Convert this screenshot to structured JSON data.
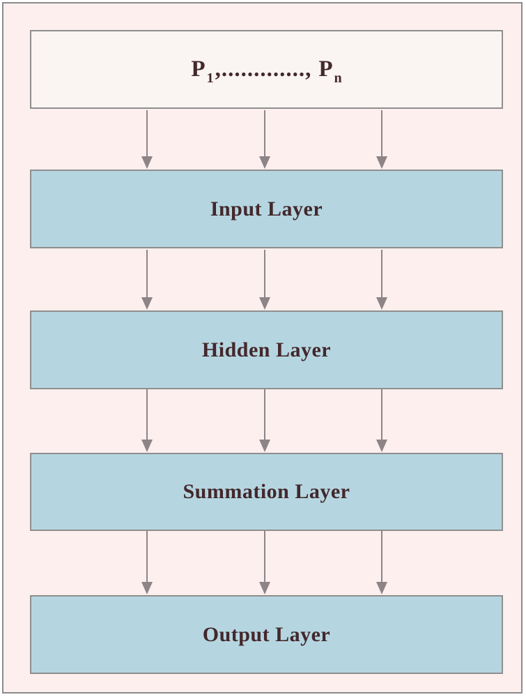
{
  "diagram": {
    "parameters_box": {
      "p_first": "P",
      "p_first_sub": "1",
      "dots": ",.............,",
      "p_last": "P",
      "p_last_sub": "n"
    },
    "layers": [
      {
        "label": "Input Layer"
      },
      {
        "label": "Hidden Layer"
      },
      {
        "label": "Summation Layer"
      },
      {
        "label": "Output Layer"
      }
    ],
    "colors": {
      "page_background": "#fcefee",
      "parameters_box_fill": "#faf4f2",
      "layer_box_fill": "#b5d6e1",
      "box_border": "#8e8e8e",
      "frame_border": "#8b8b8b",
      "arrow": "#8d8487",
      "text": "#43282c"
    }
  }
}
